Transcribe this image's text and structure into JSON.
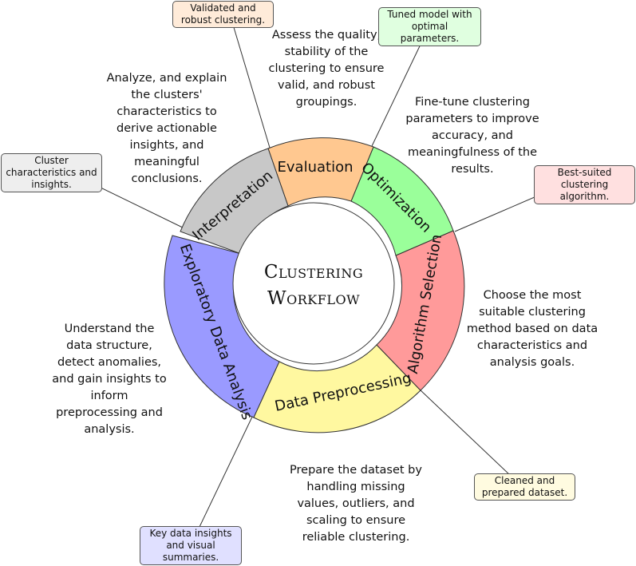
{
  "center": {
    "line1": "Clustering",
    "line2": "Workflow"
  },
  "stages": [
    {
      "key": "eda",
      "label": "Exploratory Data Analysis",
      "color": "#9a9aff",
      "description": "Understand the data structure, detect anomalies, and gain insights to inform preprocessing and analysis.",
      "output": "Key data insights and visual summaries.",
      "output_color": "#e0e0ff"
    },
    {
      "key": "prep",
      "label": "Data Preprocessing",
      "color": "#fff8a0",
      "description": "Prepare the dataset by handling missing values, outliers, and scaling to ensure reliable clustering.",
      "output": "Cleaned and prepared dataset.",
      "output_color": "#fffbe0"
    },
    {
      "key": "algo",
      "label": "Algorithm Selection",
      "color": "#ff9a9a",
      "description": "Choose the most suitable clustering method based on data characteristics and analysis goals.",
      "output": "Best-suited clustering algorithm.",
      "output_color": "#ffe0e0"
    },
    {
      "key": "opt",
      "label": "Optimization",
      "color": "#9aff9a",
      "description": "Fine-tune clustering parameters to improve accuracy, and meaningfulness of the results.",
      "output": "Tuned model with optimal parameters.",
      "output_color": "#e0ffe0"
    },
    {
      "key": "eval",
      "label": "Evaluation",
      "color": "#ffc890",
      "description": "Assess the quality, stability of the clustering to ensure valid, and robust groupings.",
      "output": "Validated and robust clustering.",
      "output_color": "#ffebd9"
    },
    {
      "key": "interp",
      "label": "Interpretation",
      "color": "#c8c8c8",
      "description": "Analyze, and explain the clusters' characteristics to derive actionable insights, and meaningful conclusions.",
      "output": "Cluster characteristics and insights.",
      "output_color": "#eeeeee"
    }
  ]
}
